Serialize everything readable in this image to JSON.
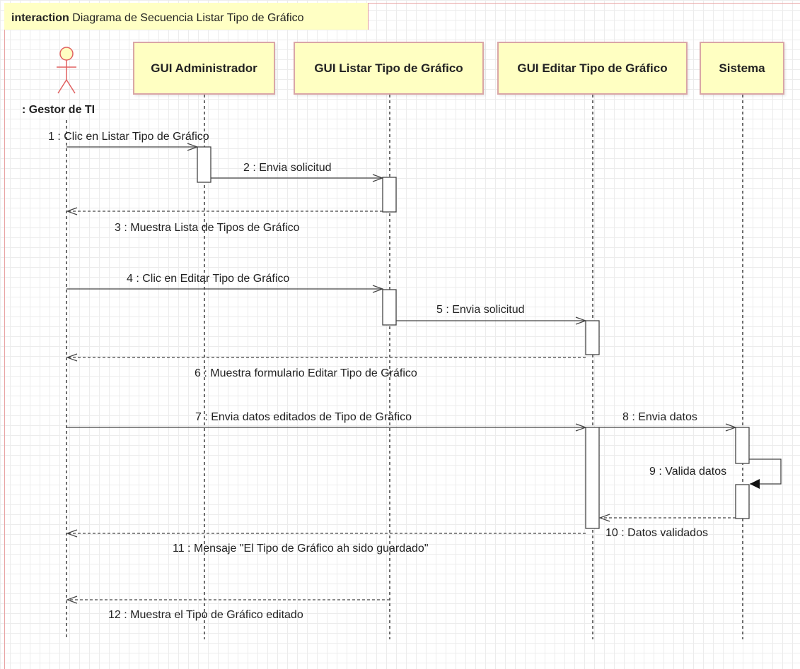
{
  "frame": {
    "keyword": "interaction",
    "title": "Diagrama de Secuencia Listar Tipo de Gráfico"
  },
  "actor": {
    "label": ": Gestor de TI",
    "icon": "stick-figure-icon"
  },
  "lifelines": [
    {
      "id": "gui-admin",
      "label": "GUI Administrador"
    },
    {
      "id": "gui-listar",
      "label": "GUI Listar Tipo de Gráfico"
    },
    {
      "id": "gui-editar",
      "label": "GUI Editar Tipo de Gráfico"
    },
    {
      "id": "sistema",
      "label": "Sistema"
    }
  ],
  "messages": [
    {
      "n": 1,
      "text": "1 : Clic en Listar Tipo de Gráfico",
      "from": "actor",
      "to": "gui-admin",
      "kind": "sync"
    },
    {
      "n": 2,
      "text": "2 : Envia solicitud",
      "from": "gui-admin",
      "to": "gui-listar",
      "kind": "sync"
    },
    {
      "n": 3,
      "text": "3 : Muestra Lista de Tipos de Gráfico",
      "from": "gui-listar",
      "to": "actor",
      "kind": "return"
    },
    {
      "n": 4,
      "text": "4 : Clic en Editar Tipo de Gráfico",
      "from": "actor",
      "to": "gui-listar",
      "kind": "sync"
    },
    {
      "n": 5,
      "text": "5 : Envia solicitud",
      "from": "gui-listar",
      "to": "gui-editar",
      "kind": "sync"
    },
    {
      "n": 6,
      "text": "6 : Muestra formulario Editar Tipo de Gráfico",
      "from": "gui-editar",
      "to": "actor",
      "kind": "return"
    },
    {
      "n": 7,
      "text": "7 : Envia datos editados de Tipo de Gráfico",
      "from": "actor",
      "to": "gui-editar",
      "kind": "sync"
    },
    {
      "n": 8,
      "text": "8 : Envia datos",
      "from": "gui-editar",
      "to": "sistema",
      "kind": "sync"
    },
    {
      "n": 9,
      "text": "9 : Valida datos",
      "from": "sistema",
      "to": "sistema",
      "kind": "self"
    },
    {
      "n": 10,
      "text": "10 : Datos validados",
      "from": "sistema",
      "to": "gui-editar",
      "kind": "return"
    },
    {
      "n": 11,
      "text": "11 : Mensaje \"El Tipo de Gráfico ah sido guardado\"",
      "from": "gui-editar",
      "to": "actor",
      "kind": "return"
    },
    {
      "n": 12,
      "text": "12 : Muestra el Tipo de Gráfico editado",
      "from": "gui-listar",
      "to": "actor",
      "kind": "return"
    }
  ],
  "colors": {
    "lifeline_fill": "#ffffc2",
    "lifeline_border": "#d9a6a6",
    "frame_border": "#e8a3a3",
    "actor_stroke": "#e06060",
    "actor_head_fill": "#ffffc2",
    "line": "#444444"
  }
}
